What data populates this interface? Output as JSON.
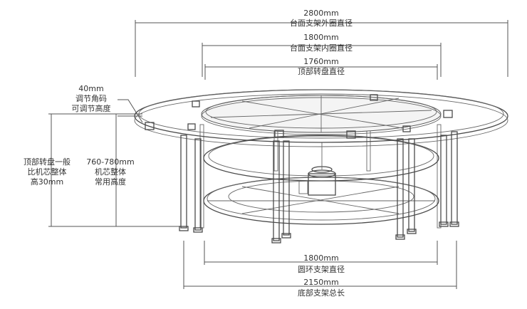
{
  "dimensions": {
    "top_outer": {
      "value": "2800mm",
      "desc": "台面支架外圈直径"
    },
    "top_inner": {
      "value": "1800mm",
      "desc": "台面支架内圈直径"
    },
    "turntable": {
      "value": "1760mm",
      "desc": "顶部转盘直径"
    },
    "bracket": {
      "value": "40mm",
      "desc1": "调节角码",
      "desc2": "可调节高度"
    },
    "core_height": {
      "value": "760-780mm",
      "desc1": "机芯整体",
      "desc2": "常用高度"
    },
    "turntable_note": {
      "line1": "顶部转盘一般",
      "line2": "比机芯整体",
      "line3": "高30mm"
    },
    "ring_frame": {
      "value": "1800mm",
      "desc": "圆环支架直径"
    },
    "base_length": {
      "value": "2150mm",
      "desc": "底部支架总长"
    }
  }
}
